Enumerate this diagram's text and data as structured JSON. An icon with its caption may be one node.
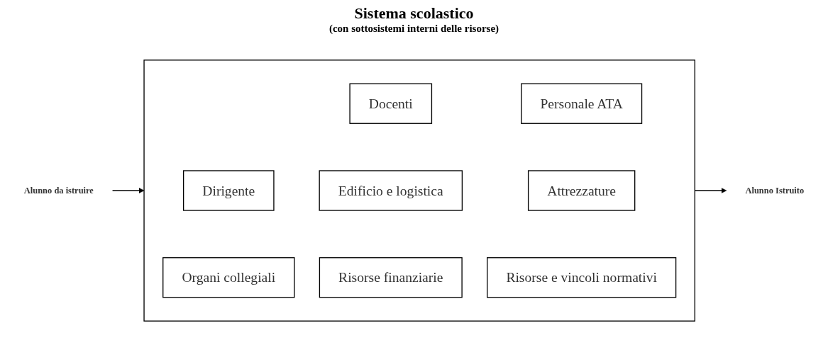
{
  "diagram": {
    "title": "Sistema scolastico",
    "nodes": [
      {
        "text": [
          "Alunno da istruire"
        ]
      },
      {
        "text": [],
        "shape": "box"
      },
      {
        "text": [
          "Docenti"
        ],
        "in": 1
      },
      {
        "text": [
          "Personale ATA"
        ],
        "in": 1
      },
      {
        "text": [
          "Dirigente"
        ],
        "in": 1
      },
      {
        "text": [
          "Edificio e logistica"
        ],
        "in": 1
      },
      {
        "text": [
          "Attrezzature"
        ],
        "in": 1
      },
      {
        "text": [
          "Organi collegiali"
        ],
        "in": 1
      },
      {
        "text": [
          "Risorse finanziarie"
        ],
        "in": 1
      },
      {
        "text": [
          "Risorse e vincoli normativi"
        ],
        "in": 1
      },
      {
        "text": [
          "Alunno Istruito"
        ]
      }
    ],
    "edges": [
      {
        "from": 0,
        "to": 1,
        "arrow": "to"
      },
      {
        "from": 1,
        "to": 10,
        "arrow": "to"
      }
    ],
    "labels": [
      "(con sottosistemi interni delle risorse)"
    ]
  }
}
